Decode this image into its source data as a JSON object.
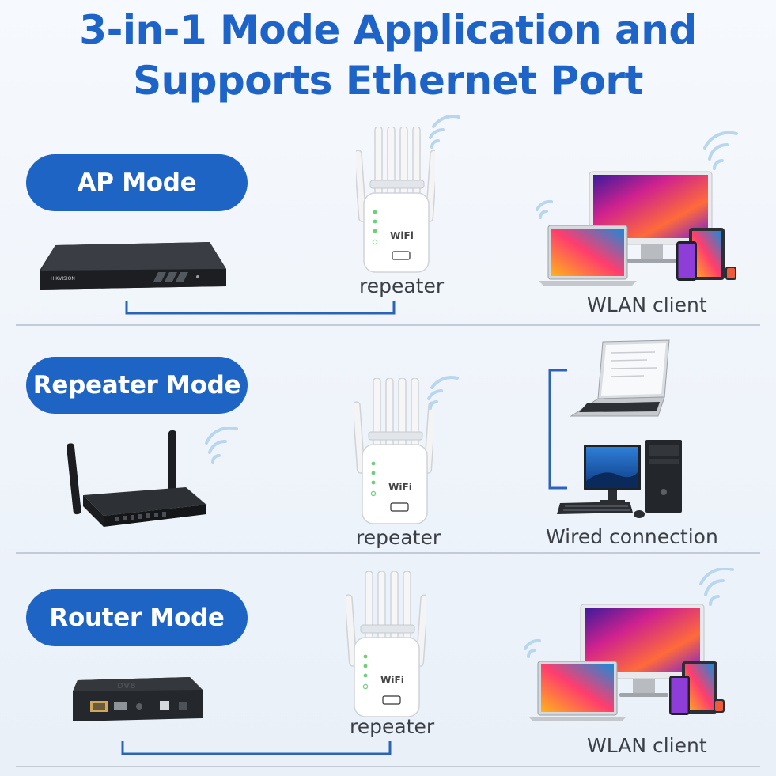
{
  "title": {
    "line1": "3-in-1 Mode Application and",
    "line2": "Supports Ethernet Port"
  },
  "sections": [
    {
      "mode_label": "AP Mode",
      "left_device": "nvr-recorder-icon",
      "middle_caption": "repeater",
      "right_caption": "WLAN client",
      "right_device": "laptop-monitor-phone-group-icon"
    },
    {
      "mode_label": "Repeater Mode",
      "left_device": "router-icon",
      "middle_caption": "repeater",
      "right_caption": "Wired connection",
      "right_device": "laptop-desktop-pc-icon"
    },
    {
      "mode_label": "Router Mode",
      "left_device": "modem-box-icon",
      "middle_caption": "repeater",
      "right_caption": "WLAN client",
      "right_device": "laptop-monitor-phone-group-icon"
    }
  ],
  "repeater_label": "WiFi",
  "colors": {
    "accent": "#1e64c5",
    "title": "#1d63c8",
    "wifi_arcs": "#b9d6ef",
    "divider": "#c2cbd6"
  }
}
